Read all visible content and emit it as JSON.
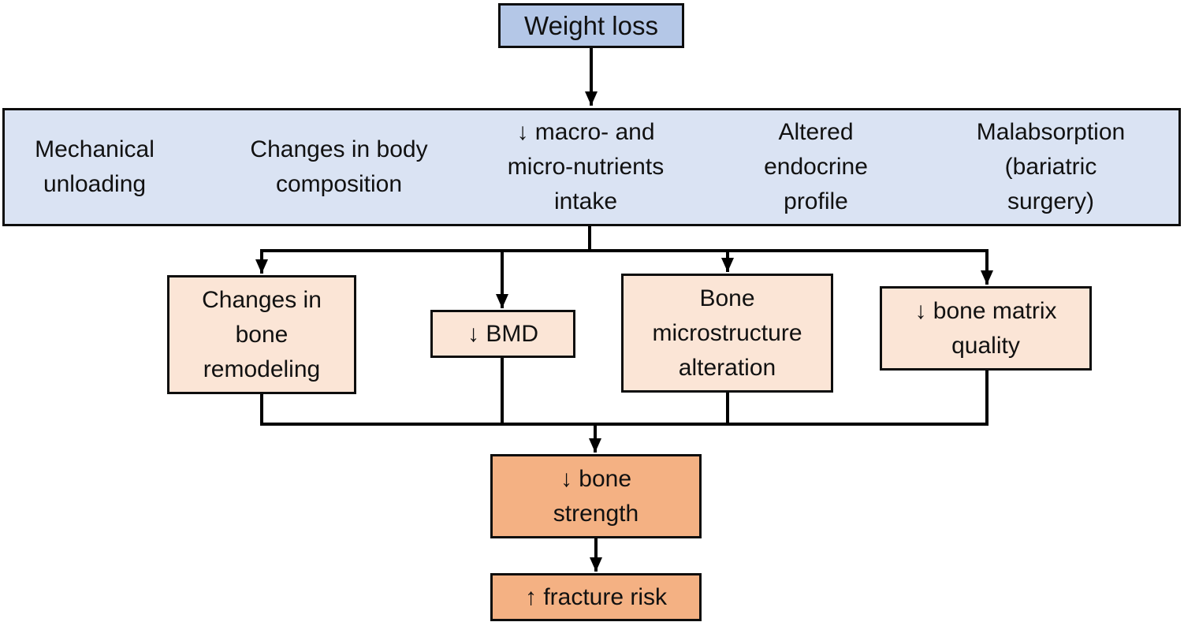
{
  "flowchart": {
    "root": {
      "label": "Weight loss"
    },
    "band": {
      "items": [
        {
          "label": "Mechanical\nunloading"
        },
        {
          "label": "Changes in body\ncomposition"
        },
        {
          "label": "↓ macro- and\nmicro-nutrients\nintake"
        },
        {
          "label": "Altered\nendocrine\nprofile"
        },
        {
          "label": "Malabsorption\n(bariatric\nsurgery)"
        }
      ]
    },
    "effects": [
      {
        "label": "Changes in\nbone\nremodeling"
      },
      {
        "label": "↓ BMD"
      },
      {
        "label": "Bone\nmicrostructure\nalteration"
      },
      {
        "label": "↓ bone matrix\nquality"
      }
    ],
    "outcome": {
      "label": "↓ bone\nstrength"
    },
    "result": {
      "label": "↑ fracture risk"
    },
    "colors": {
      "root_fill": "#b4c7e7",
      "band_fill": "#dae3f3",
      "effect_fill": "#fbe5d6",
      "outcome_fill": "#f4b183",
      "border": "#0d0d0d",
      "line": "#000000",
      "text": "#111111"
    }
  }
}
